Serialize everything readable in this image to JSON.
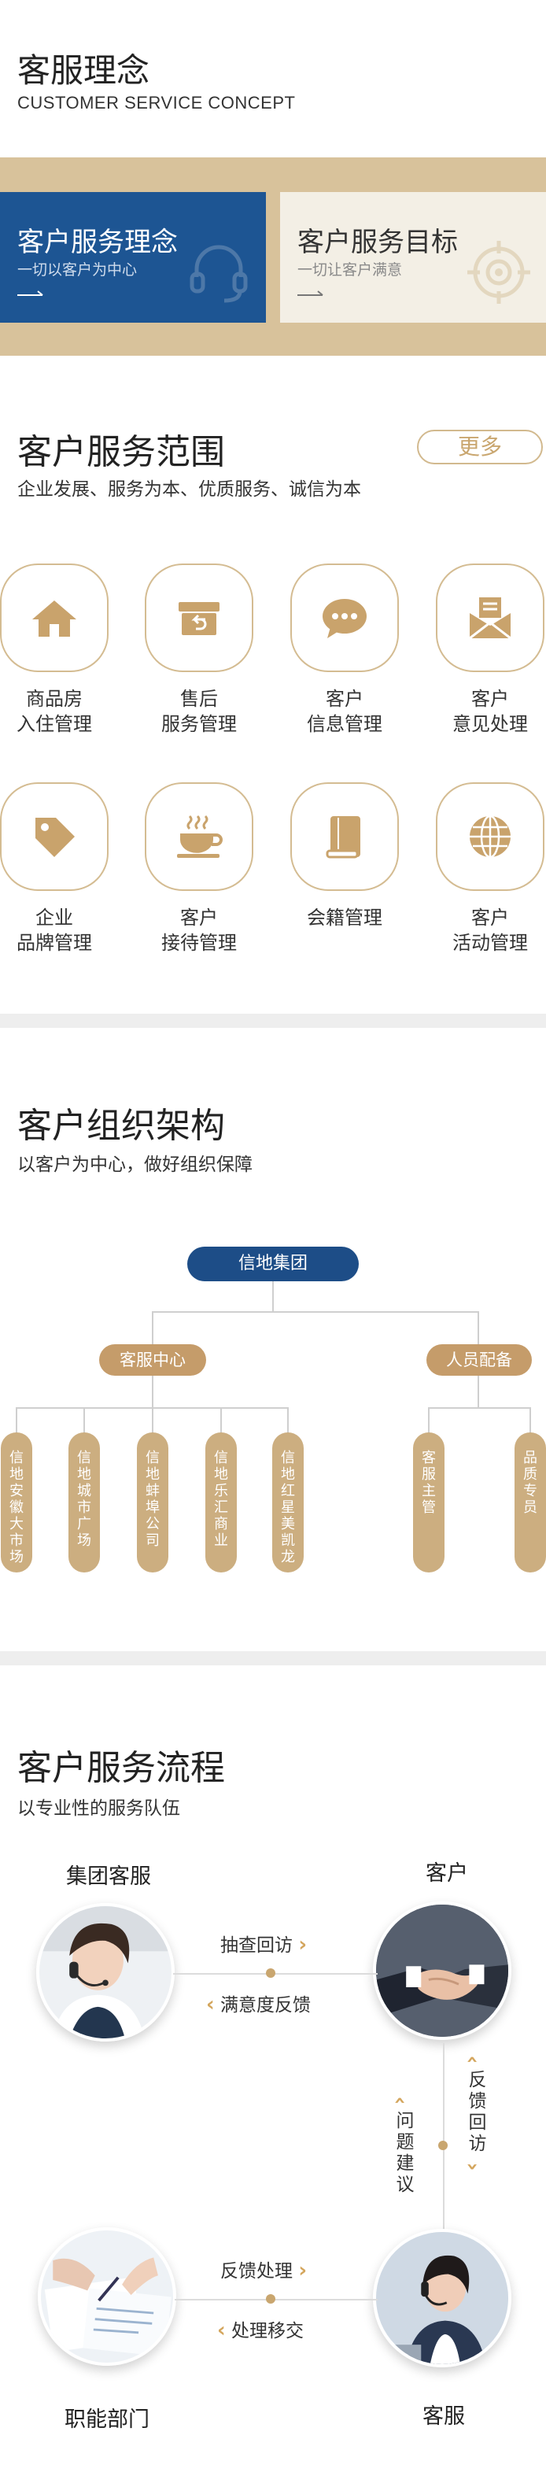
{
  "concept": {
    "title": "客服理念",
    "subtitle": "CUSTOMER SERVICE CONCEPT",
    "cards": [
      {
        "title": "客户服务理念",
        "subtitle": "一切以客户为中心",
        "icon": "headset-icon"
      },
      {
        "title": "客户服务目标",
        "subtitle": "一切让客户满意",
        "icon": "target-icon"
      }
    ]
  },
  "scope": {
    "title": "客户服务范围",
    "subtitle": "企业发展、服务为本、优质服务、诚信为本",
    "more_label": "更多",
    "items": [
      {
        "line1": "商品房",
        "line2": "入住管理",
        "icon": "house-icon"
      },
      {
        "line1": "售后",
        "line2": "服务管理",
        "icon": "return-box-icon"
      },
      {
        "line1": "客户",
        "line2": "信息管理",
        "icon": "chat-bubble-icon"
      },
      {
        "line1": "客户",
        "line2": "意见处理",
        "icon": "envelope-icon"
      },
      {
        "line1": "企业",
        "line2": "品牌管理",
        "icon": "tag-icon"
      },
      {
        "line1": "客户",
        "line2": "接待管理",
        "icon": "coffee-icon"
      },
      {
        "line1": "会籍管理",
        "line2": "",
        "icon": "book-icon"
      },
      {
        "line1": "客户",
        "line2": "活动管理",
        "icon": "globe-icon"
      }
    ]
  },
  "org": {
    "title": "客户组织架构",
    "subtitle": "以客户为中心，做好组织保障",
    "root": "信地集团",
    "left_branch": "客服中心",
    "right_branch": "人员配备",
    "left_leaves": [
      "信地安徽大市场",
      "信地城市广场",
      "信地蚌埠公司",
      "信地乐汇商业",
      "信地红星美凯龙"
    ],
    "right_leaves": [
      "客服主管",
      "品质专员"
    ]
  },
  "process": {
    "title": "客户服务流程",
    "subtitle": "以专业性的服务队伍",
    "nodes": {
      "group_service": "集团客服",
      "customer": "客户",
      "department": "职能部门",
      "service": "客服"
    },
    "flows": {
      "spot_check": "抽查回访",
      "satisfaction": "满意度反馈",
      "feedback_visit": "反馈回访",
      "issue_suggest": "问题建议",
      "feedback_handle": "反馈处理",
      "transfer": "处理移交"
    }
  },
  "colors": {
    "blue": "#1d5593",
    "gold": "#c59c6a",
    "band": "#d8c29b"
  }
}
